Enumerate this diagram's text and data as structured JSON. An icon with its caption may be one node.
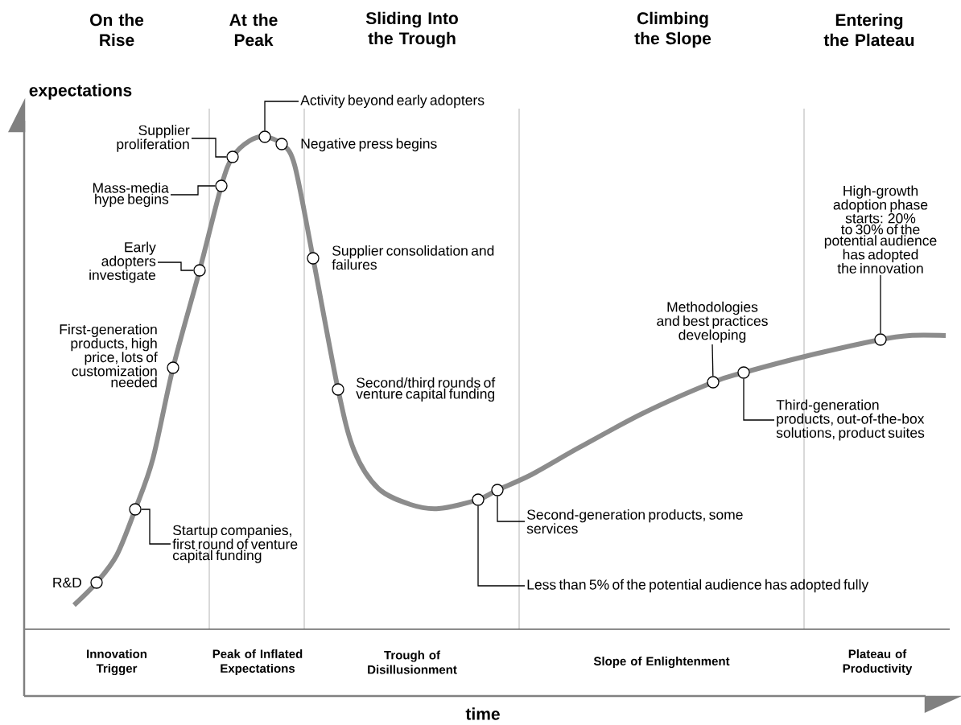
{
  "diagram": {
    "nodes": [
      {
        "text": [],
        "shape": "circle",
        "beside": [
          "R&D"
        ]
      },
      {
        "text": [],
        "shape": "circle"
      },
      {
        "text": [
          "Startup companies, first round of venture capital funding"
        ]
      },
      {
        "text": [],
        "shape": "circle",
        "beside": [
          "First-generation products, high price, lots of customization needed"
        ]
      },
      {
        "text": [],
        "shape": "circle"
      },
      {
        "text": [
          "Early adopters investigate"
        ]
      },
      {
        "text": [],
        "shape": "circle"
      },
      {
        "text": [
          "Mass-media hype begins"
        ]
      },
      {
        "text": [],
        "shape": "circle"
      },
      {
        "text": [
          "Supplier proliferation"
        ]
      },
      {
        "text": [],
        "shape": "circle"
      },
      {
        "text": [
          "Activity beyond early adopters"
        ]
      },
      {
        "text": [],
        "shape": "circle",
        "beside": [
          "Negative press begins"
        ]
      },
      {
        "text": [],
        "shape": "circle",
        "beside": [
          "Supplier consolidation and failures"
        ]
      },
      {
        "text": [],
        "shape": "circle",
        "beside": [
          "Second/third rounds of venture capital funding"
        ]
      },
      {
        "text": [],
        "shape": "circle"
      },
      {
        "text": [
          "Less than 5% of the potential audience has adopted fully"
        ]
      },
      {
        "text": [],
        "shape": "circle"
      },
      {
        "text": [
          "Second-generation products, some services"
        ]
      },
      {
        "text": [],
        "shape": "circle"
      },
      {
        "text": [
          "Methodologies and best practices developing"
        ]
      },
      {
        "text": [],
        "shape": "circle"
      },
      {
        "text": [
          "Third-generation products, out-of-the-box solutions, product suites"
        ]
      },
      {
        "text": [],
        "shape": "circle"
      },
      {
        "text": [
          "High-growth adoption phase starts: 20% to 30% of the potential audience has adopted the innovation"
        ]
      }
    ],
    "edges": [
      {
        "from": 2,
        "to": 1,
        "arrow": "none"
      },
      {
        "from": 5,
        "to": 4,
        "arrow": "none"
      },
      {
        "from": 7,
        "to": 6,
        "arrow": "none"
      },
      {
        "from": 9,
        "to": 8,
        "arrow": "none"
      },
      {
        "from": 11,
        "to": 10,
        "arrow": "none"
      },
      {
        "from": 16,
        "to": 15,
        "arrow": "none"
      },
      {
        "from": 18,
        "to": 17,
        "arrow": "none"
      },
      {
        "from": 20,
        "to": 19,
        "arrow": "none"
      },
      {
        "from": 22,
        "to": 21,
        "arrow": "none"
      },
      {
        "from": 24,
        "to": 23,
        "arrow": "none"
      }
    ],
    "labels": [
      "On the Rise",
      "At the Peak",
      "Sliding Into the Trough",
      "Climbing the Slope",
      "Entering the Plateau",
      "expectations",
      "Innovation Trigger",
      "Peak of Inflated Expectations",
      "Trough of Disillusionment",
      "Slope of Enlightenment",
      "Plateau of Productivity",
      "time"
    ]
  }
}
